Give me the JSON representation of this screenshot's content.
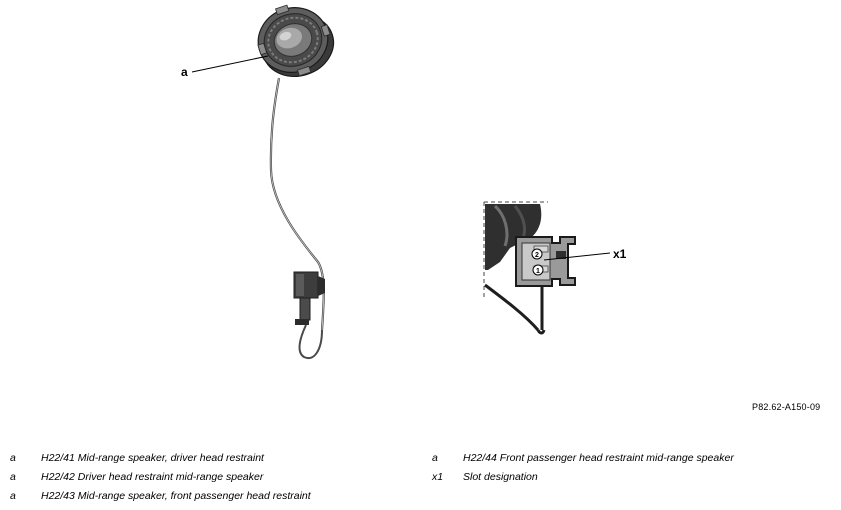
{
  "callouts": {
    "speaker_label": "a",
    "connector_label": "x1",
    "pin_1": "1",
    "pin_2": "2"
  },
  "reference_code": "P82.62-A150-09",
  "legend": [
    {
      "key": "a",
      "text": "H22/41 Mid-range speaker, driver head restraint"
    },
    {
      "key": "a",
      "text": "H22/42 Driver head restraint mid-range speaker"
    },
    {
      "key": "a",
      "text": "H22/43 Mid-range speaker, front passenger head restraint"
    },
    {
      "key": "a",
      "text": "H22/44 Front passenger head restraint mid-range speaker"
    },
    {
      "key": "x1",
      "text": "Slot designation"
    }
  ]
}
